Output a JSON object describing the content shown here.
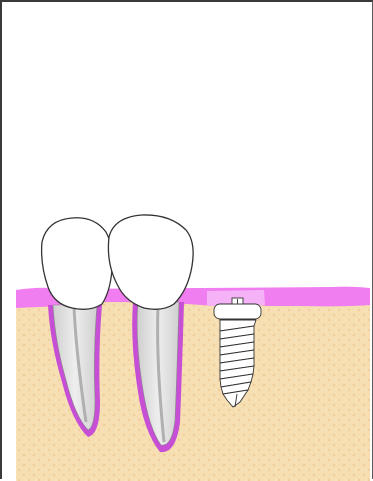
{
  "diagram": {
    "subject": "dental-implant-cross-section",
    "colors": {
      "background": "#ffffff",
      "frame": "#3a3a3a",
      "gum": "#f07ef0",
      "gum_light": "#f6b2f6",
      "bone": "#f7dfb4",
      "bone_speckle": "#f1cf9a",
      "tooth_crown": "#ffffff",
      "tooth_root": "#d9d9d9",
      "root_canal": "#b8b8b8",
      "periodontal_ligament": "#c64fd6",
      "implant": "#ffffff",
      "outline": "#333333"
    },
    "elements": [
      {
        "name": "gum-tissue"
      },
      {
        "name": "jaw-bone"
      },
      {
        "name": "natural-tooth-left"
      },
      {
        "name": "natural-tooth-middle"
      },
      {
        "name": "dental-implant-screw"
      }
    ]
  }
}
